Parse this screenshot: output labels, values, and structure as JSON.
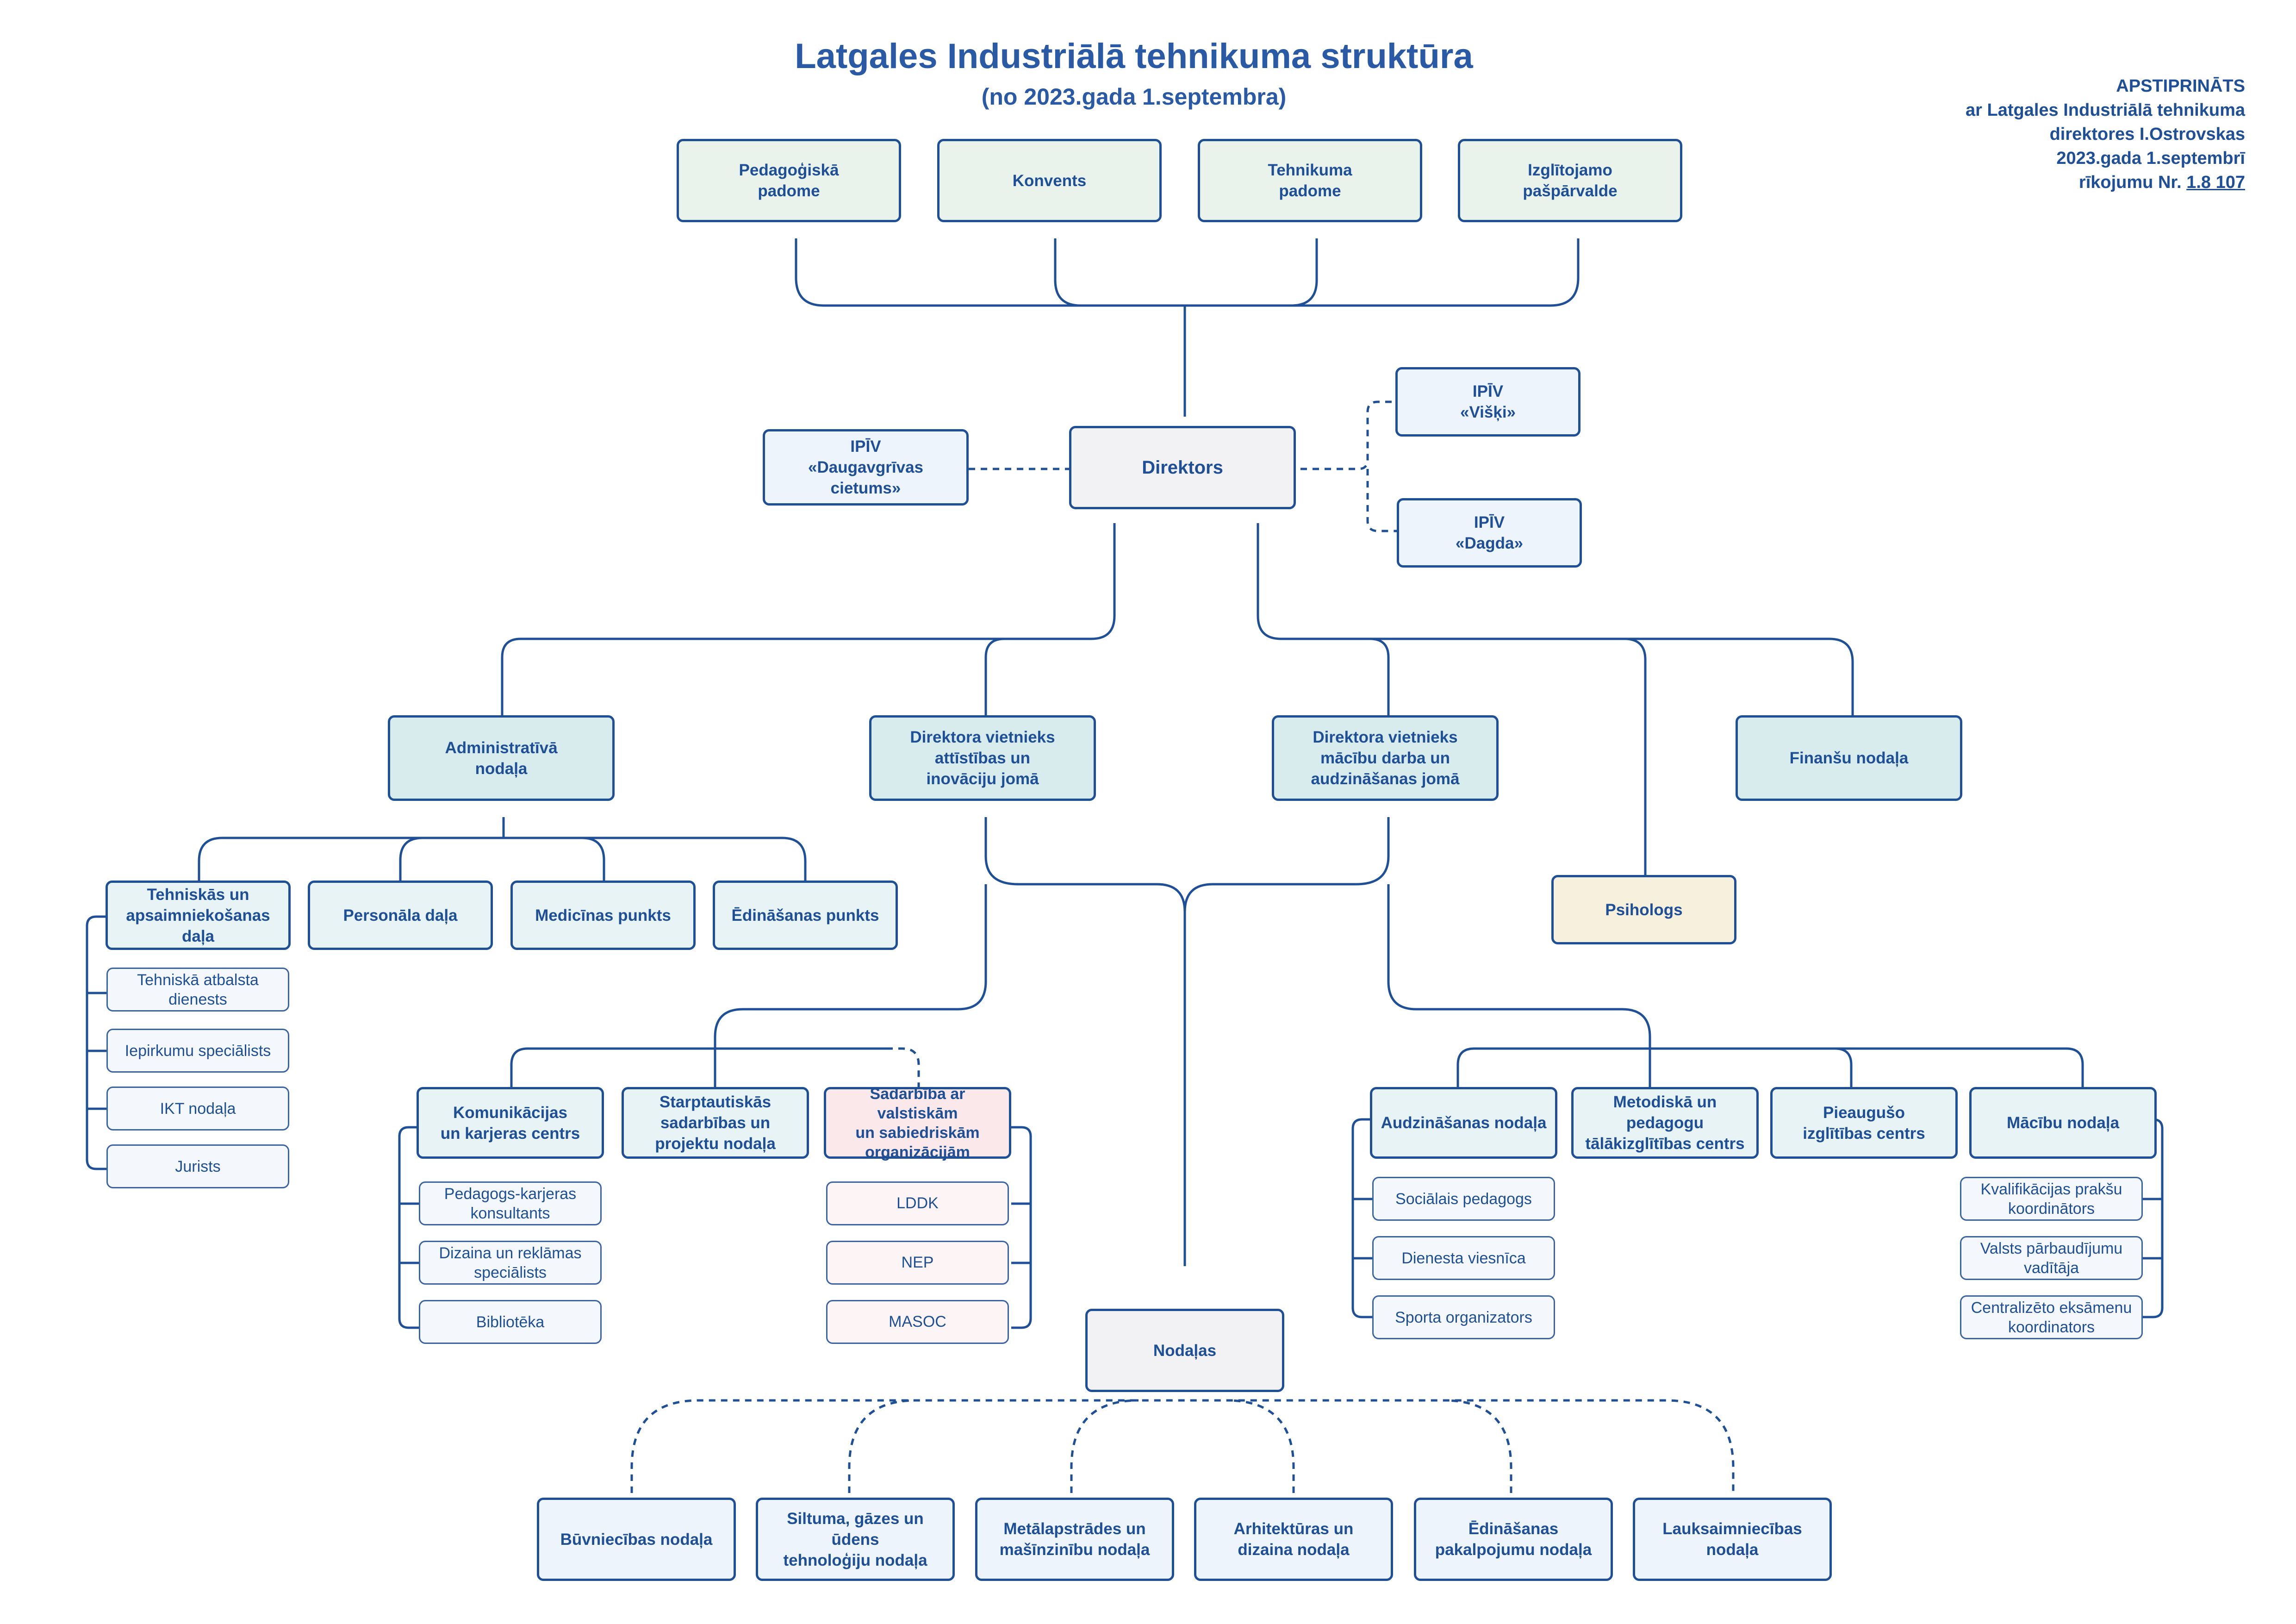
{
  "header": {
    "title": "Latgales Industriālā tehnikuma struktūra",
    "subtitle": "(no 2023.gada 1.septembra)"
  },
  "approval": {
    "line1": "APSTIPRINĀTS",
    "line2": "ar Latgales Industriālā tehnikuma",
    "line3": "direktores I.Ostrovskas",
    "line4": "2023.gada 1.septembrī",
    "line5_prefix": "rīkojumu Nr. ",
    "line5_number": "1.8 107"
  },
  "councils": [
    "Pedagoģiskā\npadome",
    "Konvents",
    "Tehnikuma\npadome",
    "Izglītojamo\npašpārvalde"
  ],
  "director": "Direktors",
  "branches": {
    "daugavgriva": "IPĪV\n«Daugavgrīvas cietums»",
    "viski": "IPĪV\n«Višķi»",
    "dagda": "IPĪV\n«Dagda»"
  },
  "level2": {
    "administrative": "Administratīvā\nnodaļa",
    "deputy_development": "Direktora vietnieks\nattīstības un\ninovāciju jomā",
    "deputy_education": "Direktora vietnieks\nmācību darba un\naudzināšanas jomā",
    "finance": "Finanšu nodaļa",
    "psychologist": "Psihologs"
  },
  "admin_units": {
    "technical": "Tehniskās un\napsaimniekošanas daļa",
    "personnel": "Personāla daļa",
    "medical": "Medicīnas punkts",
    "catering": "Ēdināšanas punkts",
    "technical_subs": [
      "Tehniskā atbalsta\ndienests",
      "Iepirkumu speciālists",
      "IKT nodaļa",
      "Jurists"
    ]
  },
  "development_units": {
    "communication": "Komunikācijas\nun karjeras centrs",
    "international": "Starptautiskās\nsadarbības un\nprojektu nodaļa",
    "cooperation": "Sadarbība ar valstiskām\nun sabiedriskām\norganizācijām",
    "communication_subs": [
      "Pedagogs-karjeras\nkonsultants",
      "Dizaina un reklāmas\nspeciālists",
      "Bibliotēka"
    ],
    "cooperation_subs": [
      "LDDK",
      "NEP",
      "MASOC"
    ]
  },
  "education_units": {
    "upbringing": "Audzināšanas nodaļa",
    "methodical": "Metodiskā un pedagogu\ntālākizglītības centrs",
    "adult": "Pieaugušo\nizglītības centrs",
    "study": "Mācību nodaļa",
    "upbringing_subs": [
      "Sociālais pedagogs",
      "Dienesta viesnīca",
      "Sporta organizators"
    ],
    "study_subs": [
      "Kvalifikācijas prakšu\nkoordinātors",
      "Valsts pārbaudījumu\nvadītāja",
      "Centralizēto eksāmenu\nkoordinators"
    ]
  },
  "departments": {
    "header": "Nodaļas",
    "items": [
      "Būvniecības nodaļa",
      "Siltuma, gāzes un ūdens\ntehnoloģiju nodaļa",
      "Metālapstrādes un\nmašīnzinību nodaļa",
      "Arhitektūras un\ndizaina nodaļa",
      "Ēdināšanas\npakalpojumu nodaļa",
      "Lauksaimniecības\nnodaļa"
    ]
  }
}
